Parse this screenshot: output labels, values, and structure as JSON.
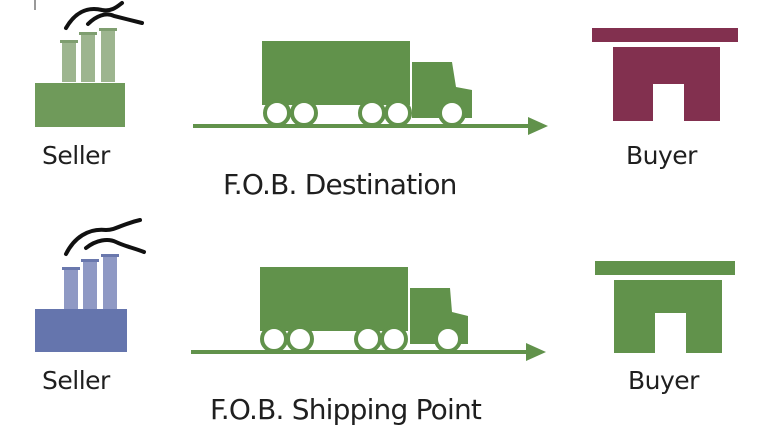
{
  "colors": {
    "truck_green": "#61924b",
    "factory_green": "#6f9a5a",
    "chimney_green": "#9db58f",
    "factory_blue": "#6575ad",
    "chimney_blue": "#8f99c4",
    "buyer_maroon": "#82304f",
    "buyer_green": "#61924b",
    "bird_black": "#111111",
    "text": "#1f1f1f"
  },
  "rows": [
    {
      "id": "fob-destination",
      "seller": {
        "label": "Seller",
        "icon": "factory-icon",
        "color": "green"
      },
      "transport": {
        "icon": "truck-icon",
        "arrow": "arrow-right-icon"
      },
      "caption": "F.O.B. Destination",
      "buyer": {
        "label": "Buyer",
        "icon": "store-icon",
        "color": "maroon"
      }
    },
    {
      "id": "fob-shipping-point",
      "seller": {
        "label": "Seller",
        "icon": "factory-icon",
        "color": "blue"
      },
      "transport": {
        "icon": "truck-icon",
        "arrow": "arrow-right-icon"
      },
      "caption": "F.O.B. Shipping Point",
      "buyer": {
        "label": "Buyer",
        "icon": "store-icon",
        "color": "green"
      }
    }
  ]
}
